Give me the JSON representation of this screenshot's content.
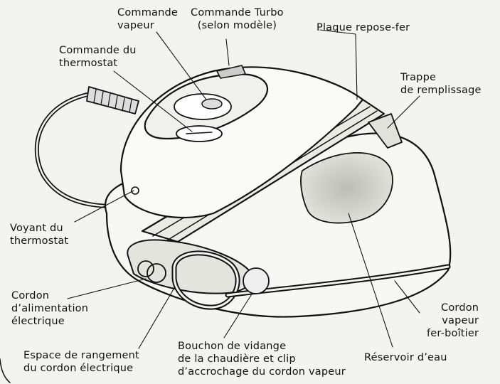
{
  "labels": {
    "commande_vapeur": [
      "Commande",
      "vapeur"
    ],
    "commande_turbo": [
      "Commande Turbo",
      "(selon modèle)"
    ],
    "plaque_repose_fer": "Plaque repose-fer",
    "commande_thermostat": [
      "Commande du",
      "thermostat"
    ],
    "trappe_remplissage": [
      "Trappe",
      "de remplissage"
    ],
    "voyant_thermostat": [
      "Voyant du",
      "thermostat"
    ],
    "cordon_alimentation": [
      "Cordon",
      "d’alimentation",
      "électrique"
    ],
    "cordon_vapeur": [
      "Cordon",
      "vapeur",
      "fer-boîtier"
    ],
    "espace_rangement": [
      "Espace de rangement",
      "du cordon électrique"
    ],
    "bouchon_vidange": [
      "Bouchon de vidange",
      "de la chaudière et clip",
      "d’accrochage du cordon vapeur"
    ],
    "reservoir_eau": "Réservoir d’eau"
  }
}
